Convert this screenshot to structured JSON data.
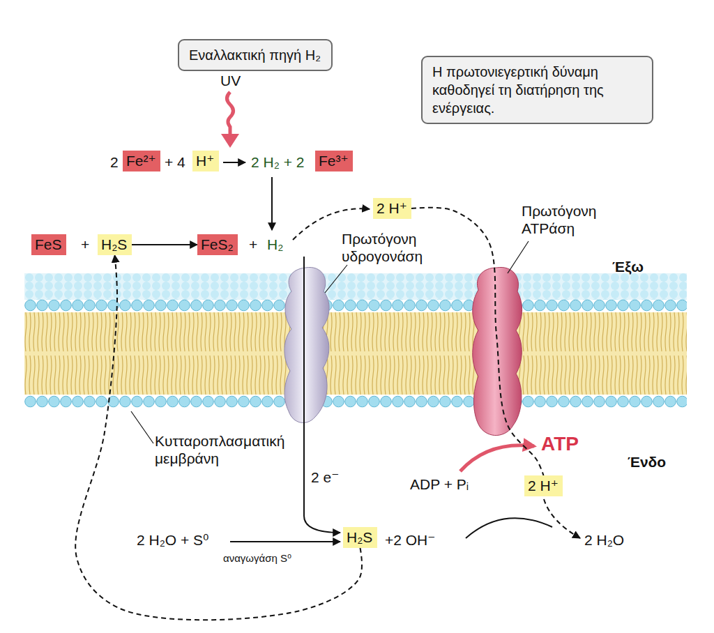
{
  "diagram": {
    "nodes": [
      {
        "text": [
          "Εναλλακτική πηγή H₂"
        ]
      },
      {
        "text": [
          "Η πρωτονιεγερτική δύναμη καθοδηγεί τη διατήρηση της ενέργειας."
        ]
      },
      {
        "text": [
          "Fe²⁺"
        ]
      },
      {
        "text": [
          "H⁺"
        ]
      },
      {
        "text": [
          "Fe³⁺"
        ]
      },
      {
        "text": [
          "FeS"
        ]
      },
      {
        "text": [
          "H₂S"
        ]
      },
      {
        "text": [
          "FeS₂"
        ]
      },
      {
        "text": [
          "2 H⁺"
        ]
      },
      {
        "text": [
          "2 H⁺"
        ]
      },
      {
        "text": [
          "H₂S"
        ]
      }
    ],
    "edges": [
      {
        "from": 6,
        "to": 7,
        "arrow": "to"
      },
      {
        "from": 8,
        "to": 9,
        "arrow": "none"
      },
      {
        "from": 10,
        "to": 6,
        "arrow": "to"
      }
    ],
    "labels": [
      "UV",
      "2",
      "+ 4",
      "2 H₂ + 2",
      "+",
      "+",
      "H₂",
      "Πρωτόγονη ATPάση",
      "Πρωτόγονη υδρογονάση",
      "Έξω",
      "Ένδο",
      "Κυτταροπλασματική μεμβράνη",
      "2 e⁻",
      "ATP",
      "ADP + Pᵢ",
      "2 H₂O + S⁰",
      "αναγωγάση S⁰",
      "+2 OH⁻",
      "2 H₂O"
    ]
  }
}
